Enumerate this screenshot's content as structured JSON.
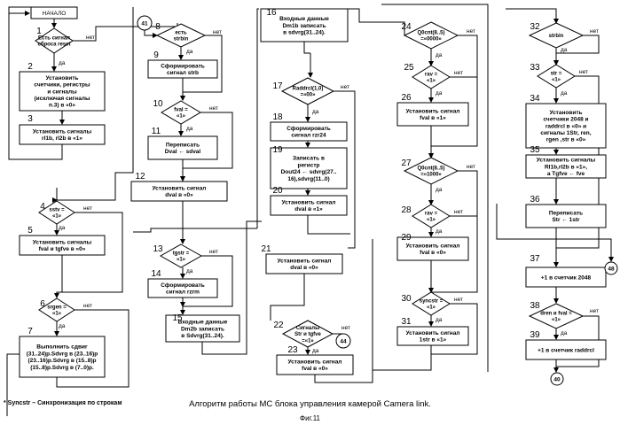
{
  "nodes": [
    {
      "id": "start",
      "type": "rect",
      "lines": [
        "НАЧАЛО"
      ],
      "num": ""
    },
    {
      "id": "d1",
      "type": "diamond",
      "lines": [
        "Есть сигнал",
        "сброса reset"
      ],
      "num": "1"
    },
    {
      "id": "p2",
      "type": "rect",
      "lines": [
        "Установить",
        "счетчики, регистры",
        "и сигналы",
        "(исключая сигналы",
        "п.3)    в   «0»"
      ],
      "num": "2"
    },
    {
      "id": "p3",
      "type": "rect",
      "lines": [
        "Установить сигналы",
        "rl1b, rl2b   в «1»"
      ],
      "num": "3"
    },
    {
      "id": "d4",
      "type": "diamond",
      "lines": [
        "sstv =",
        "«1»"
      ],
      "num": "4"
    },
    {
      "id": "p5",
      "type": "rect",
      "lines": [
        "Установить сигналы",
        "fval и tgfve  в «0»"
      ],
      "num": "5"
    },
    {
      "id": "d6",
      "type": "diamond",
      "lines": [
        "srgen =",
        "«1»"
      ],
      "num": "6"
    },
    {
      "id": "p7",
      "type": "rect",
      "lines": [
        "Выполнить сдвиг",
        "(31..24)p.Sdvrg в (23..16)p",
        "(23..16)p.Sdvrg в (15..8)p",
        "(15..8)p.Sdvrg в (7..0)p."
      ],
      "num": "7"
    },
    {
      "id": "d8",
      "type": "diamond",
      "lines": [
        "есть",
        "strbin"
      ],
      "num": "8"
    },
    {
      "id": "p9",
      "type": "rect",
      "lines": [
        "Сформировать",
        "сигнал strb"
      ],
      "num": "9"
    },
    {
      "id": "d10",
      "type": "diamond",
      "lines": [
        "fval =",
        "«1»"
      ],
      "num": "10"
    },
    {
      "id": "p11",
      "type": "rect",
      "lines": [
        "Переписать",
        "Dval ← sdval"
      ],
      "num": "11"
    },
    {
      "id": "p12",
      "type": "rect",
      "lines": [
        "Установить сигнал",
        "dval  в  «0»"
      ],
      "num": "12"
    },
    {
      "id": "d13",
      "type": "diamond",
      "lines": [
        "tgstr =",
        "«1»"
      ],
      "num": "13"
    },
    {
      "id": "p14",
      "type": "rect",
      "lines": [
        "Сформировать",
        "сигнал rzrm"
      ],
      "num": "14"
    },
    {
      "id": "p15",
      "type": "rect",
      "lines": [
        "Входные данные",
        "Dm2b записать",
        "в Sdvrg(31..24)."
      ],
      "num": "15"
    },
    {
      "id": "p16",
      "type": "rect",
      "lines": [
        "Входные данные",
        "Dm1b записать",
        "в sdvrg(31..24)."
      ],
      "num": "16"
    },
    {
      "id": "d17",
      "type": "diamond",
      "lines": [
        "Raddrcl(1,0)",
        "=«00»"
      ],
      "num": "17"
    },
    {
      "id": "p18",
      "type": "rect",
      "lines": [
        "Сформировать",
        "сигнал rzr24"
      ],
      "num": "18"
    },
    {
      "id": "p19",
      "type": "rect",
      "lines": [
        "Записать   в",
        "регистр",
        "Dout24 ← sdvrg(27..",
        "16),sdvrg(11..0)"
      ],
      "num": "19"
    },
    {
      "id": "p20",
      "type": "rect",
      "lines": [
        "Установить сигнал",
        "dval в «1»"
      ],
      "num": "20"
    },
    {
      "id": "p21",
      "type": "rect",
      "lines": [
        "Установить сигнал",
        "dval  в  «0»"
      ],
      "num": "21"
    },
    {
      "id": "d22",
      "type": "diamond",
      "lines": [
        "Сигналы",
        "Str и tgfve",
        "=«1»"
      ],
      "num": "22"
    },
    {
      "id": "p23",
      "type": "rect",
      "lines": [
        "Установить сигнал",
        "fval в «0»"
      ],
      "num": "23"
    },
    {
      "id": "d24",
      "type": "diamond",
      "lines": [
        "Q0cnt(8..5)",
        "=«0000»"
      ],
      "num": "24"
    },
    {
      "id": "d25",
      "type": "diamond",
      "lines": [
        "rav =",
        "«1»"
      ],
      "num": "25"
    },
    {
      "id": "p26",
      "type": "rect",
      "lines": [
        "Установить сигнал",
        "fval  в  «1»"
      ],
      "num": "26"
    },
    {
      "id": "d27",
      "type": "diamond",
      "lines": [
        "Q0cnt(8..5)",
        "=«1000»"
      ],
      "num": "27"
    },
    {
      "id": "d28",
      "type": "diamond",
      "lines": [
        "rav =",
        "«1»"
      ],
      "num": "28"
    },
    {
      "id": "p29",
      "type": "rect",
      "lines": [
        "Установить сигнал",
        "fval  в  «0»"
      ],
      "num": "29"
    },
    {
      "id": "d30",
      "type": "diamond",
      "lines": [
        "syncstr =",
        "«1»"
      ],
      "num": "30"
    },
    {
      "id": "p31",
      "type": "rect",
      "lines": [
        "Установить сигнал",
        "1str в «1»"
      ],
      "num": "31"
    },
    {
      "id": "d32",
      "type": "diamond",
      "lines": [
        "strbin"
      ],
      "num": "32"
    },
    {
      "id": "d33",
      "type": "diamond",
      "lines": [
        "str =",
        "«1»"
      ],
      "num": "33"
    },
    {
      "id": "p34",
      "type": "rect",
      "lines": [
        "Установить",
        "счетчики 2048 и",
        "raddrcl в «0» и",
        "сигналы 1Str, ren,",
        "rgen ,str  в «0»"
      ],
      "num": "34"
    },
    {
      "id": "p35",
      "type": "rect",
      "lines": [
        "Установить сигналы",
        "Rl1b,rl2b  в «1»,",
        "а Tgfve ← fve"
      ],
      "num": "35"
    },
    {
      "id": "p36",
      "type": "rect",
      "lines": [
        "Переписать",
        "Str ← 1str"
      ],
      "num": "36"
    },
    {
      "id": "p37",
      "type": "rect",
      "lines": [
        "+1 в счетчик 2048"
      ],
      "num": "37"
    },
    {
      "id": "d38",
      "type": "diamond",
      "lines": [
        "dren и fval =",
        "«1»"
      ],
      "num": "38"
    },
    {
      "id": "p39",
      "type": "rect",
      "lines": [
        "+1 в счетчик raddrcl"
      ],
      "num": "39"
    },
    {
      "id": "c41",
      "type": "circle",
      "lines": [
        "41"
      ],
      "num": ""
    },
    {
      "id": "c44",
      "type": "circle",
      "lines": [
        "44"
      ],
      "num": ""
    },
    {
      "id": "c48",
      "type": "circle",
      "lines": [
        "48"
      ],
      "num": ""
    },
    {
      "id": "c40",
      "type": "circle",
      "lines": [
        "40"
      ],
      "num": ""
    }
  ],
  "labels": {
    "yes": "да",
    "no": "нет"
  },
  "footnote": "* Syncstr – Синхронизация по строкам",
  "caption": "Алгоритм работы МС блока управления камерой Camera link.",
  "figure": "Фиг.11"
}
